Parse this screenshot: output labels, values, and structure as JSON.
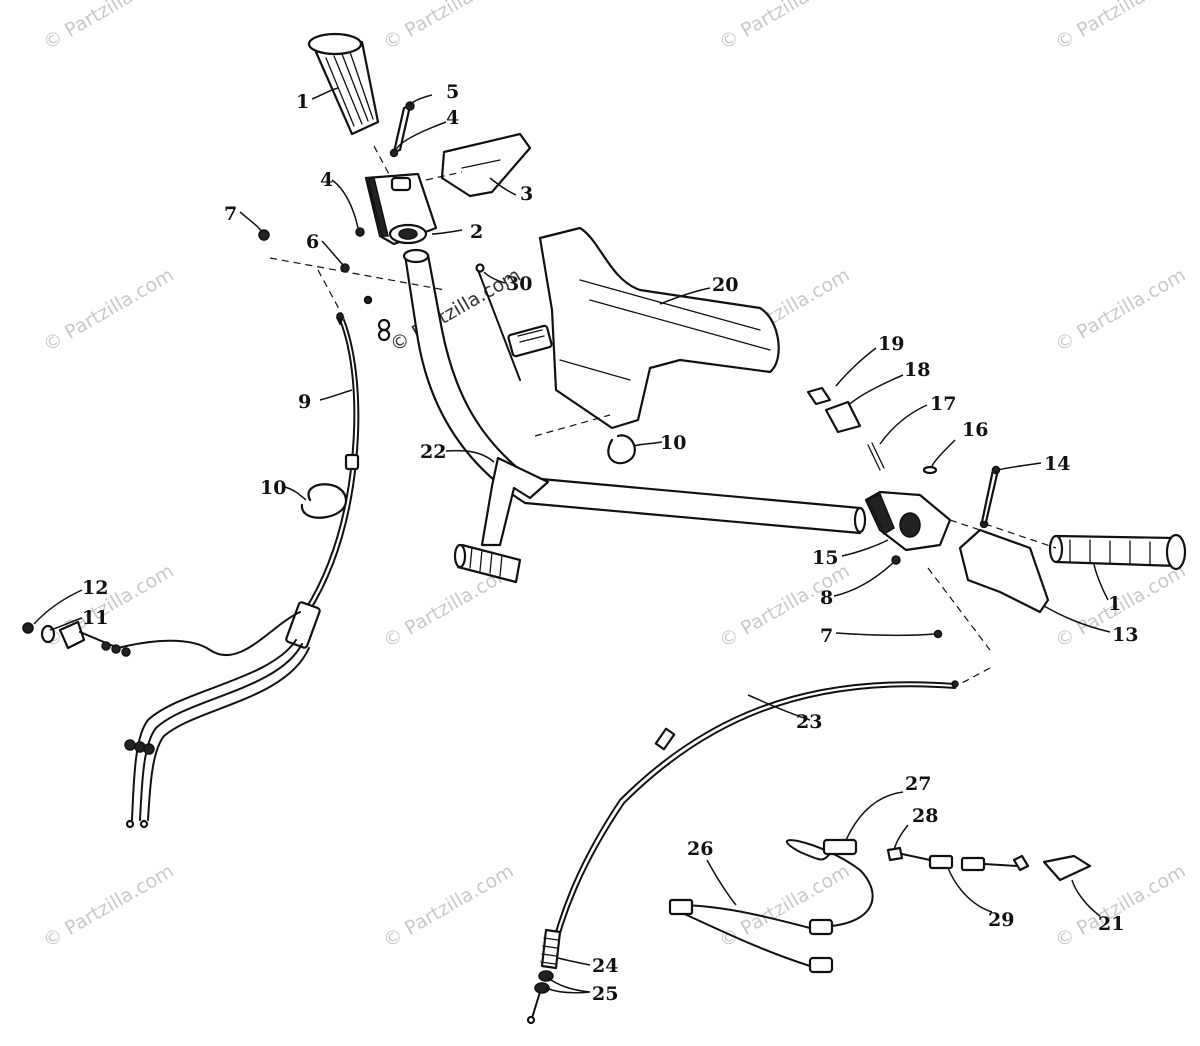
{
  "watermark": {
    "text": "© Partzilla.com",
    "color": "#c9c9c9"
  },
  "callouts": [
    {
      "id": "1",
      "label": "1"
    },
    {
      "id": "1b",
      "label": "1"
    },
    {
      "id": "2",
      "label": "2"
    },
    {
      "id": "3",
      "label": "3"
    },
    {
      "id": "4",
      "label": "4"
    },
    {
      "id": "4b",
      "label": "4"
    },
    {
      "id": "5",
      "label": "5"
    },
    {
      "id": "6",
      "label": "6"
    },
    {
      "id": "7",
      "label": "7"
    },
    {
      "id": "7b",
      "label": "7"
    },
    {
      "id": "8",
      "label": "8"
    },
    {
      "id": "9",
      "label": "9"
    },
    {
      "id": "10",
      "label": "10"
    },
    {
      "id": "10b",
      "label": "10"
    },
    {
      "id": "11",
      "label": "11"
    },
    {
      "id": "12",
      "label": "12"
    },
    {
      "id": "13",
      "label": "13"
    },
    {
      "id": "14",
      "label": "14"
    },
    {
      "id": "15",
      "label": "15"
    },
    {
      "id": "16",
      "label": "16"
    },
    {
      "id": "17",
      "label": "17"
    },
    {
      "id": "18",
      "label": "18"
    },
    {
      "id": "19",
      "label": "19"
    },
    {
      "id": "20",
      "label": "20"
    },
    {
      "id": "21",
      "label": "21"
    },
    {
      "id": "22",
      "label": "22"
    },
    {
      "id": "23",
      "label": "23"
    },
    {
      "id": "24",
      "label": "24"
    },
    {
      "id": "25",
      "label": "25"
    },
    {
      "id": "26",
      "label": "26"
    },
    {
      "id": "27",
      "label": "27"
    },
    {
      "id": "28",
      "label": "28"
    },
    {
      "id": "29",
      "label": "29"
    },
    {
      "id": "30",
      "label": "30"
    }
  ]
}
